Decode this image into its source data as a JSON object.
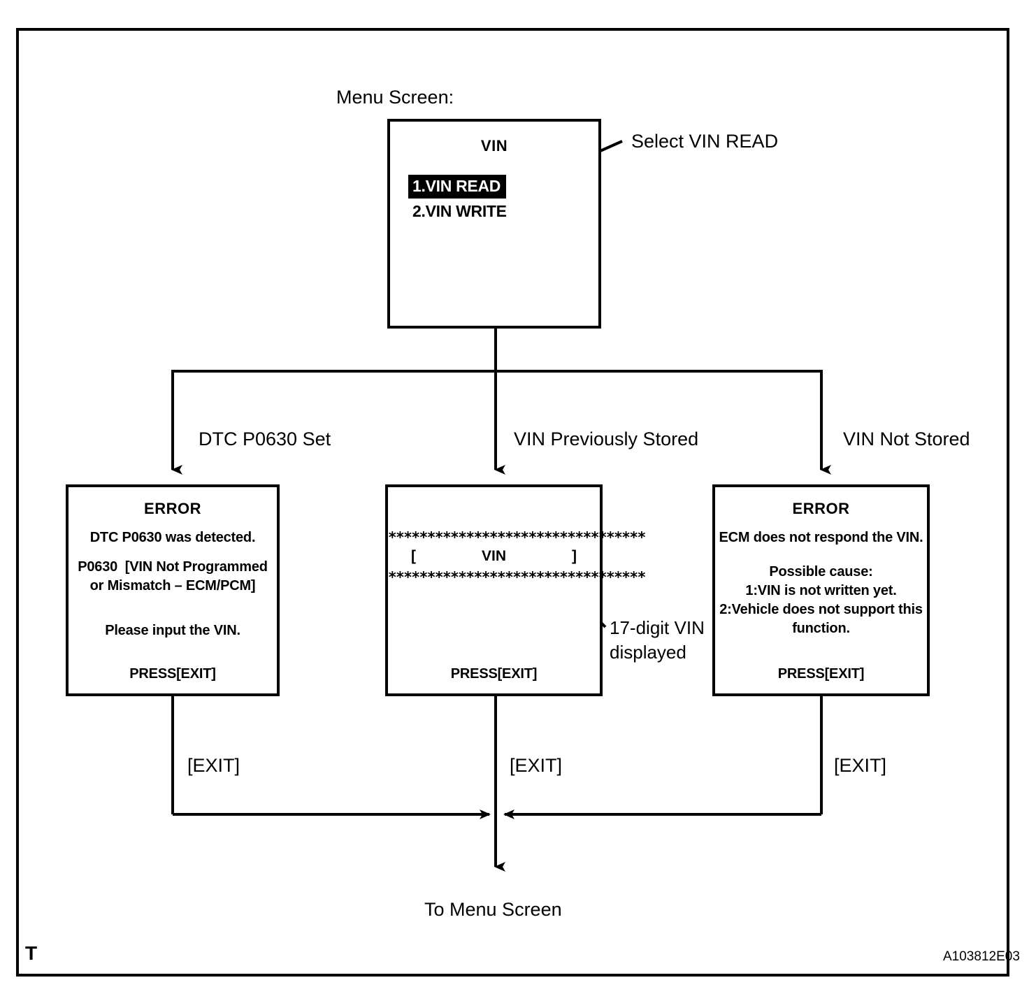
{
  "diagram": {
    "caption_top": "Menu Screen:",
    "footer_note": "To Menu Screen",
    "corner_mark": "T",
    "doc_id": "A103812E03",
    "colors": {
      "ink": "#000000",
      "paper": "#ffffff"
    }
  },
  "menu_screen": {
    "title": "VIN",
    "items": [
      {
        "label": "1.VIN READ",
        "selected": true
      },
      {
        "label": "2.VIN WRITE",
        "selected": false
      }
    ],
    "callout": "Select VIN READ"
  },
  "branches": [
    {
      "label": "DTC P0630 Set"
    },
    {
      "label": "VIN Previously Stored"
    },
    {
      "label": "VIN Not Stored"
    }
  ],
  "screens": {
    "error_dtc": {
      "title": "ERROR",
      "lines": [
        "DTC P0630 was detected.",
        "P0630  [VIN Not Programmed",
        "or Mismatch – ECM/PCM]",
        "Please input the VIN."
      ],
      "footer": "PRESS[EXIT]"
    },
    "vin_display": {
      "stars": "*********************************",
      "left_bracket": "[",
      "value": "VIN",
      "right_bracket": "]",
      "footer": "PRESS[EXIT]",
      "callout_line1": "17-digit VIN",
      "callout_line2": "displayed"
    },
    "error_no_vin": {
      "title": "ERROR",
      "lines": [
        "ECM does not respond the VIN.",
        "Possible cause:",
        "1:VIN is not written yet.",
        "2:Vehicle does not support this",
        "function."
      ],
      "footer": "PRESS[EXIT]"
    }
  },
  "exit_labels": [
    {
      "label": "[EXIT]"
    },
    {
      "label": "[EXIT]"
    },
    {
      "label": "[EXIT]"
    }
  ]
}
